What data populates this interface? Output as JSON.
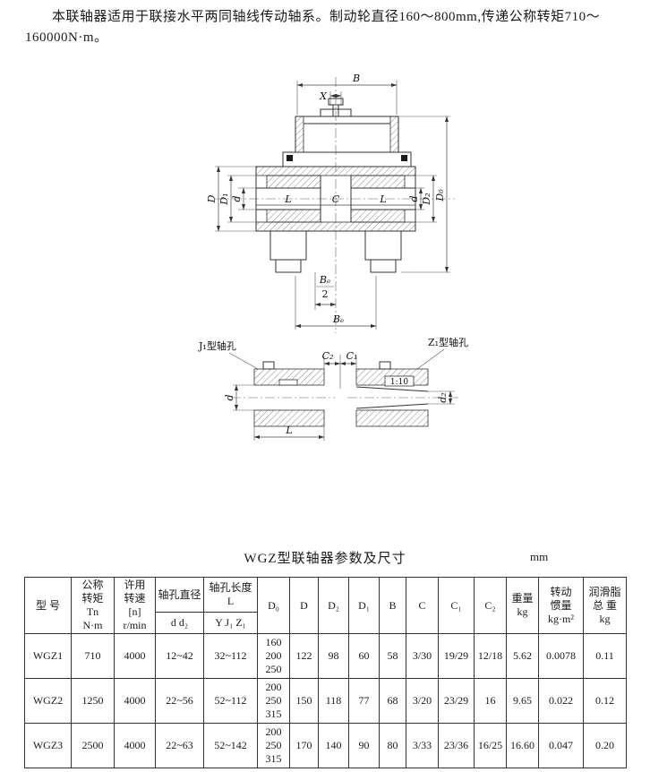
{
  "intro": {
    "text": "本联轴器适用于联接水平两同轴线传动轴系。制动轮直径160～800mm,传递公称转矩710～160000N·m。"
  },
  "diagram": {
    "labels": {
      "B": "B",
      "X": "X",
      "L_left": "L",
      "C": "C",
      "L_right": "L",
      "D": "D",
      "D1": "D₁",
      "d_left": "d",
      "d_right": "d",
      "D2": "D₂",
      "D0": "D₀",
      "Be_num": "Bₑ",
      "Be_den": "2",
      "Be": "Bₑ",
      "j1": "J₁型轴孔",
      "z1": "Z₁型轴孔",
      "C2": "C₂",
      "C1": "C₁",
      "d_detail": "d",
      "d2_detail": "d₂",
      "L_detail": "L",
      "taper": "1:10"
    }
  },
  "table": {
    "title": "WGZ型联轴器参数及尺寸",
    "unit": "mm",
    "headers": {
      "model": "型 号",
      "torque": "公称\n转矩\nTn\nN·m",
      "speed": "许用\n转速\n[n]\nr/min",
      "bore_dia_top": "轴孔直径",
      "bore_dia_bottom": "d d₂",
      "bore_len_top": "轴孔长度\nL",
      "bore_len_bottom": "Y J₁ Z₁",
      "D0": "D₀",
      "D": "D",
      "D2": "D₂",
      "D1": "D₁",
      "B": "B",
      "C": "C",
      "C1": "C₁",
      "C2": "C₂",
      "weight": "重量\nkg",
      "inertia": "转动\n惯量\nkg·m²",
      "grease": "润滑脂\n总 重\nkg"
    },
    "rows": [
      [
        "WGZ1",
        "710",
        "4000",
        "12~42",
        "32~112",
        "160\n200\n250",
        "122",
        "98",
        "60",
        "58",
        "3/30",
        "19/29",
        "12/18",
        "5.62",
        "0.0078",
        "0.11"
      ],
      [
        "WGZ2",
        "1250",
        "4000",
        "22~56",
        "52~112",
        "200\n250\n315",
        "150",
        "118",
        "77",
        "68",
        "3/20",
        "23/29",
        "16",
        "9.65",
        "0.022",
        "0.12"
      ],
      [
        "WGZ3",
        "2500",
        "4000",
        "22~63",
        "52~142",
        "200\n250\n315",
        "170",
        "140",
        "90",
        "80",
        "3/33",
        "23/36",
        "16/25",
        "16.60",
        "0.047",
        "0.20"
      ]
    ]
  }
}
